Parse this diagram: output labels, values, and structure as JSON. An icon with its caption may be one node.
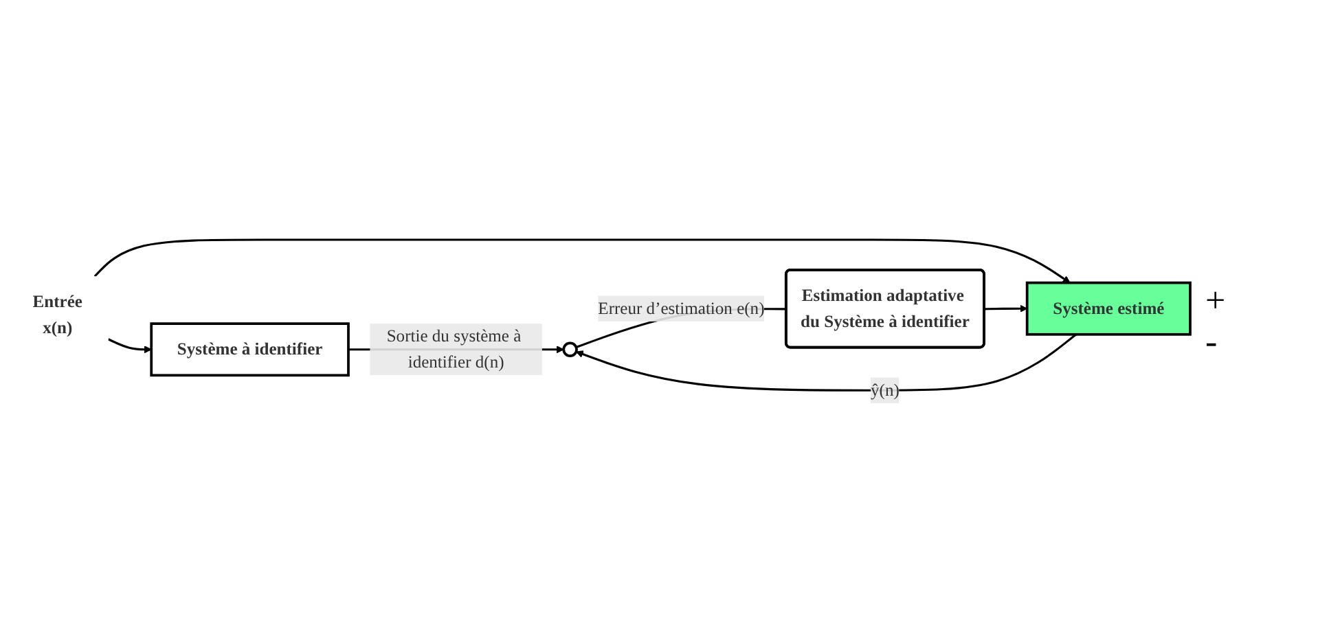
{
  "diagram": {
    "nodes": [
      {
        "text": [
          "Entrée",
          "x(n)"
        ]
      },
      {
        "text": [
          "Système à identifier"
        ]
      },
      {
        "text": [
          "Système estimé"
        ]
      },
      {
        "text": [],
        "shape": "circle"
      },
      {
        "text": [
          "Estimation adaptative du Système à identifier"
        ]
      }
    ],
    "edges": [
      {
        "from": 0,
        "to": 1,
        "arrow": "to"
      },
      {
        "from": 0,
        "to": 2,
        "arrow": "to"
      },
      {
        "from": 1,
        "to": 3,
        "arrow": "to",
        "label": "Sortie du système à identifier d(n)"
      },
      {
        "from": 2,
        "to": 3,
        "arrow": "to",
        "label": "ŷ(n)"
      },
      {
        "from": 3,
        "to": 4,
        "arrow": "none",
        "label": "Erreur d’estimation e(n)"
      },
      {
        "from": 4,
        "to": 2,
        "arrow": "to"
      }
    ],
    "labels": [
      "+",
      "-"
    ]
  }
}
